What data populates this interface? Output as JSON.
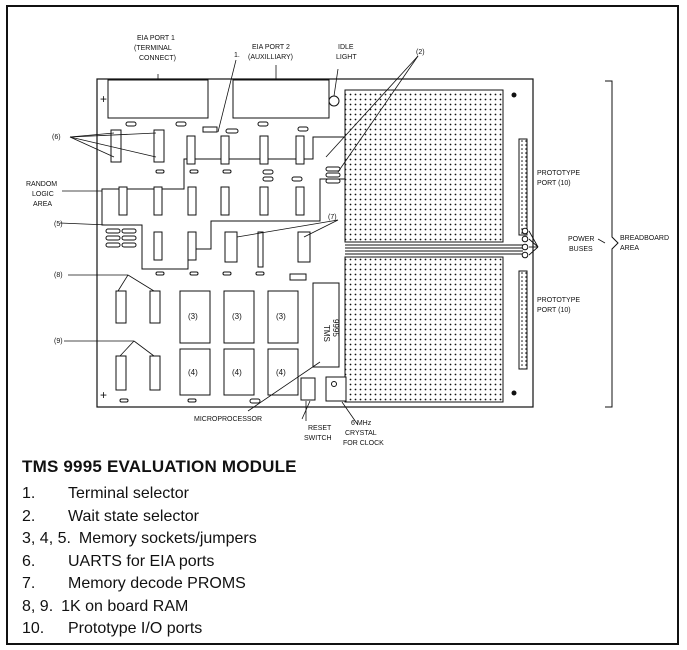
{
  "diagram": {
    "labels": {
      "eia_port_1": [
        "EIA PORT 1",
        "(TERMINAL",
        "CONNECT)"
      ],
      "eia_port_2": [
        "EIA PORT 2",
        "(AUXILLIARY)"
      ],
      "marker_1": "1.",
      "idle_light": [
        "IDLE",
        "LIGHT"
      ],
      "marker_2": "(2)",
      "marker_6": "(6)",
      "random_logic": [
        "RANDOM",
        "LOGIC",
        "AREA"
      ],
      "marker_5": "(5)",
      "marker_7": "(7)",
      "marker_8": "(8)",
      "marker_9": "(9)",
      "chip_3": "(3)",
      "chip_4": "(4)",
      "tms_chip": [
        "TMS",
        "9995"
      ],
      "prototype_port_top": [
        "PROTOTYPE",
        "PORT (10)"
      ],
      "prototype_port_bottom": [
        "PROTOTYPE",
        "PORT (10)"
      ],
      "power_buses": [
        "POWER",
        "BUSES"
      ],
      "breadboard_area": [
        "BREADBOARD",
        "AREA"
      ],
      "microprocessor": "MICROPROCESSOR",
      "reset_switch": [
        "RESET",
        "SWITCH"
      ],
      "crystal": [
        "6 MHz",
        "CRYSTAL",
        "FOR CLOCK"
      ],
      "plus": "+"
    }
  },
  "caption": {
    "title": "TMS 9995 EVALUATION MODULE",
    "items": [
      {
        "num": "1.",
        "text": "Terminal selector"
      },
      {
        "num": "2.",
        "text": "Wait state selector"
      },
      {
        "num": "3, 4, 5.",
        "text": "Memory sockets/jumpers"
      },
      {
        "num": "6.",
        "text": "UARTS for EIA ports"
      },
      {
        "num": "7.",
        "text": "Memory decode PROMS"
      },
      {
        "num": "8, 9.",
        "text": "1K on board RAM"
      },
      {
        "num": "10.",
        "text": "Prototype I/O ports"
      }
    ]
  }
}
